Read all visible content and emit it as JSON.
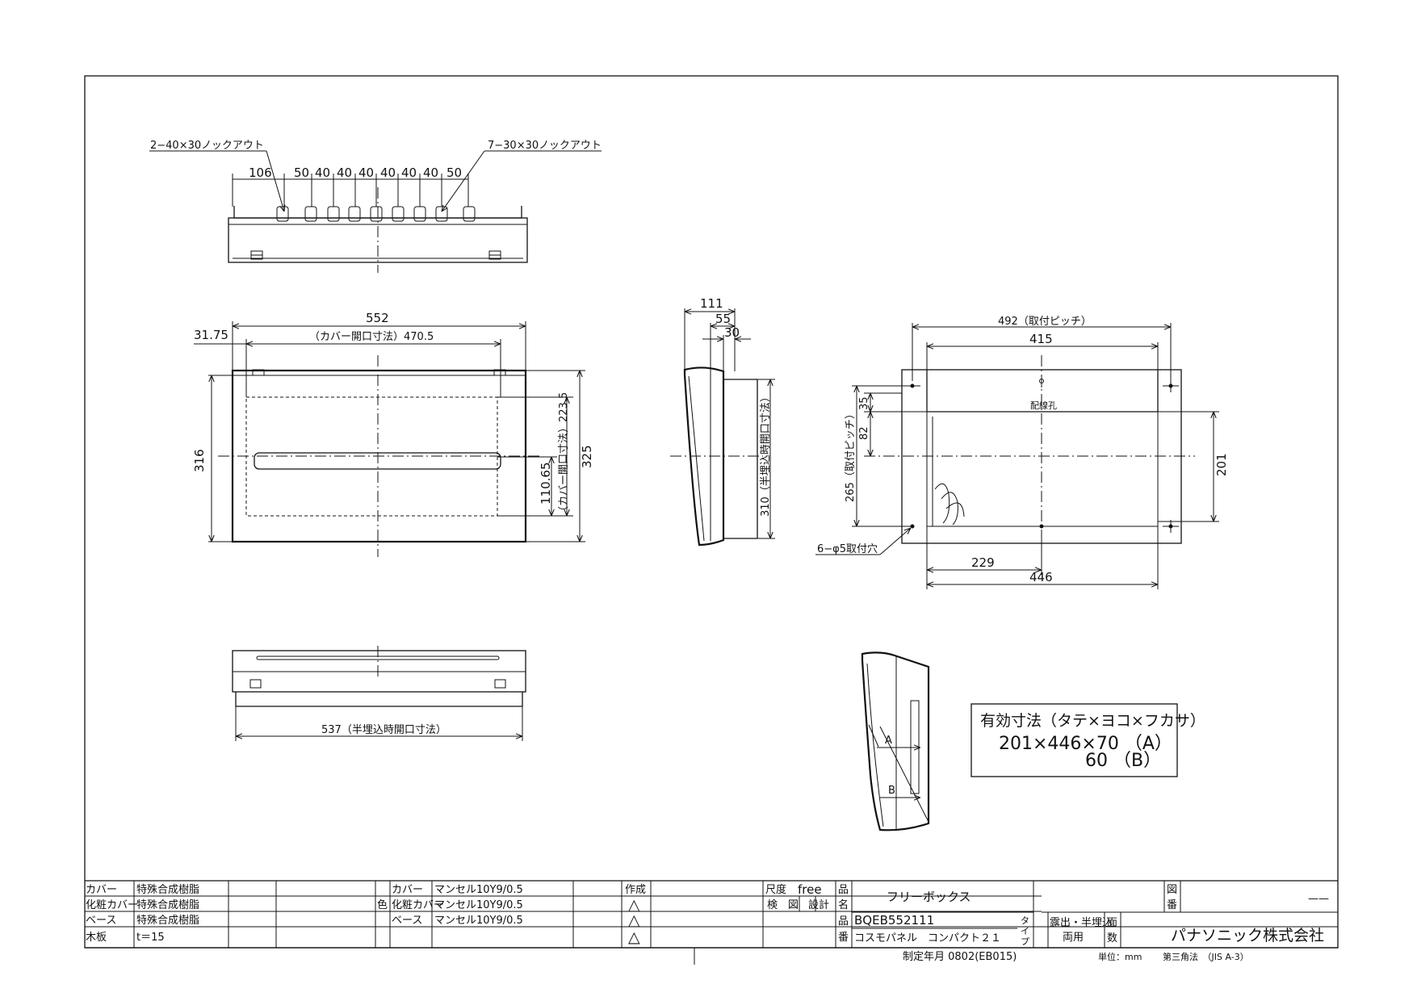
{
  "top_view": {
    "knockout_left": "2−40×30ノックアウト",
    "knockout_right": "7−30×30ノックアウト",
    "dims": [
      "106",
      "50",
      "40",
      "40",
      "40",
      "40",
      "40",
      "40",
      "50"
    ]
  },
  "front_view": {
    "width": "552",
    "offset": "31.75",
    "cover_opening": "（カバー開口寸法）470.5",
    "height_outer": "316",
    "height_total": "325",
    "cover_opening_h": "（カバー開口寸法）223.5",
    "slot_offset": "110.65"
  },
  "side_view": {
    "depth": "111",
    "d55": "55",
    "d30": "30",
    "semi_embed": "310（半埋込時開口寸法）"
  },
  "back_view": {
    "pitch_w": "492（取付ピッチ）",
    "w415": "415",
    "d35": "35",
    "d82": "82",
    "wiring_hole": "配線孔",
    "pitch_h": "265（取付ピッチ）",
    "h201": "201",
    "mount_holes": "6−φ5取付穴",
    "w229": "229",
    "w446": "446"
  },
  "bottom_view": {
    "semi_embed_w": "537（半埋込時開口寸法）"
  },
  "detail_view": {
    "label_a": "A",
    "label_b": "B"
  },
  "effective_box": {
    "title": "有効寸法（タテ×ヨコ×フカサ）",
    "line1": "201×446×70 （A）",
    "line2": "60 （B）"
  },
  "title_block": {
    "materials": [
      {
        "part": "カバー",
        "material": "特殊合成樹脂"
      },
      {
        "part": "化粧カバー",
        "material": "特殊合成樹脂"
      },
      {
        "part": "ベース",
        "material": "特殊合成樹脂"
      },
      {
        "part": "木板",
        "material": "t＝15"
      }
    ],
    "color_label": "色",
    "colors": [
      {
        "part": "カバー",
        "value": "マンセル10Y9/0.5"
      },
      {
        "part": "化粧カバー",
        "value": "マンセル10Y9/0.5"
      },
      {
        "part": "ベース",
        "value": "マンセル10Y9/0.5"
      }
    ],
    "revision_header": "作成",
    "revision_marks": [
      "△",
      "△",
      "△"
    ],
    "scale_label": "尺度",
    "scale_value": "free",
    "check_label": "検　図",
    "design_label": "設計",
    "name_label_a": "品",
    "name_label_b": "名",
    "product_name": "フリーボックス",
    "number_label_a": "品",
    "number_label_b": "番",
    "product_number": "BQEB552111",
    "series_name": "コスモパネル　コンパクト２１",
    "type_label_a": "タ",
    "type_label_b": "イ",
    "type_label_c": "プ",
    "type_value_1": "露出・半埋込",
    "type_value_2": "両用",
    "face_label_a": "面",
    "face_label_b": "数",
    "drawing_label_a": "図",
    "drawing_label_b": "番",
    "drawing_number": "——",
    "company": "パナソニック株式会社",
    "established": "制定年月 0802(EB015)",
    "unit": "単位：mm",
    "projection": "第三角法　（JIS A-3）"
  }
}
